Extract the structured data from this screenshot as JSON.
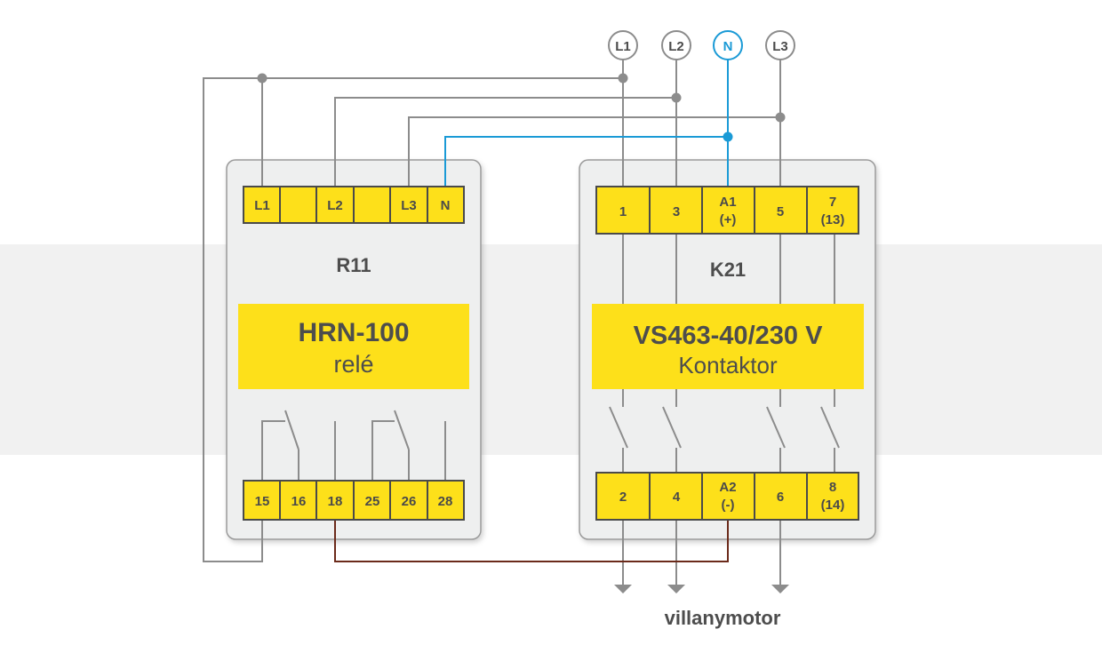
{
  "supply": {
    "L1": "L1",
    "L2": "L2",
    "N": "N",
    "L3": "L3"
  },
  "relay": {
    "id": "R11",
    "model": "HRN-100",
    "type": "relé",
    "top_terminals": [
      "L1",
      "",
      "L2",
      "",
      "L3",
      "N"
    ],
    "bottom_terminals": [
      "15",
      "16",
      "18",
      "25",
      "26",
      "28"
    ]
  },
  "contactor": {
    "id": "K21",
    "model": "VS463-40/230 V",
    "type": "Kontaktor",
    "top_terminals": [
      {
        "line1": "1",
        "line2": ""
      },
      {
        "line1": "3",
        "line2": ""
      },
      {
        "line1": "A1",
        "line2": "(+)"
      },
      {
        "line1": "5",
        "line2": ""
      },
      {
        "line1": "7",
        "line2": "(13)"
      }
    ],
    "bottom_terminals": [
      {
        "line1": "2",
        "line2": ""
      },
      {
        "line1": "4",
        "line2": ""
      },
      {
        "line1": "A2",
        "line2": "(-)"
      },
      {
        "line1": "6",
        "line2": ""
      },
      {
        "line1": "8",
        "line2": "(14)"
      }
    ]
  },
  "output_label": "villanymotor",
  "colors": {
    "band": "#f1f1f1",
    "wire": "#8c8c8c",
    "neutral": "#1a9ad6",
    "control": "#6b2a1a",
    "yellow": "#fde01a",
    "box": "#eeefef"
  }
}
